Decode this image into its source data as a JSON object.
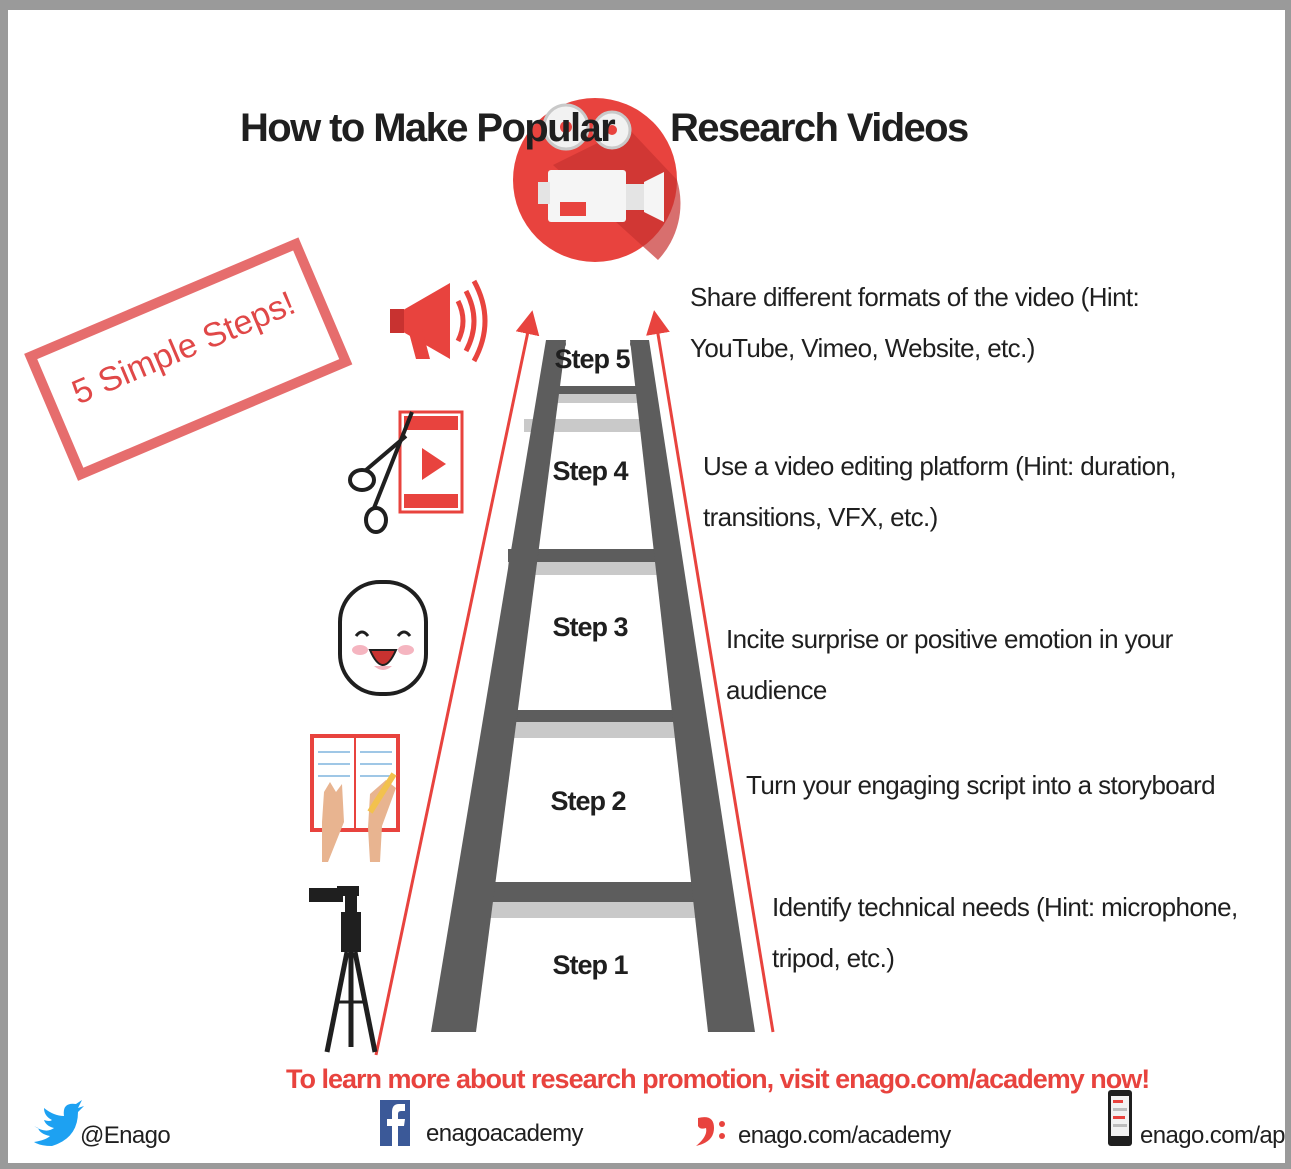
{
  "title": {
    "left": "How to Make Popular",
    "right": "Research Videos"
  },
  "stamp": "5 Simple Steps!",
  "steps": [
    {
      "label": "Step 5",
      "desc": "Share different formats of the video (Hint: YouTube, Vimeo, Website, etc.)"
    },
    {
      "label": "Step 4",
      "desc": "Use a video editing platform (Hint: duration, transitions, VFX, etc.)"
    },
    {
      "label": "Step 3",
      "desc": "Incite surprise or  positive emotion in your audience"
    },
    {
      "label": "Step 2",
      "desc": "Turn your engaging script into a storyboard"
    },
    {
      "label": "Step 1",
      "desc": "Identify technical needs (Hint: microphone, tripod, etc.)"
    }
  ],
  "cta": "To learn more about research promotion, visit enago.com/academy now!",
  "footer": {
    "twitter": "@Enago",
    "facebook": "enagoacademy",
    "academy": "enago.com/academy",
    "app": "enago.com/app"
  },
  "colors": {
    "accent": "#e8433e",
    "ladder": "#5d5d5d",
    "text": "#1f1f1f"
  },
  "icons": [
    "video-camera-icon",
    "megaphone-icon",
    "scissors-film-icon",
    "happy-face-icon",
    "storyboard-writing-icon",
    "tripod-telescope-icon",
    "twitter-icon",
    "facebook-icon",
    "enago-logo-icon",
    "smartphone-icon"
  ]
}
